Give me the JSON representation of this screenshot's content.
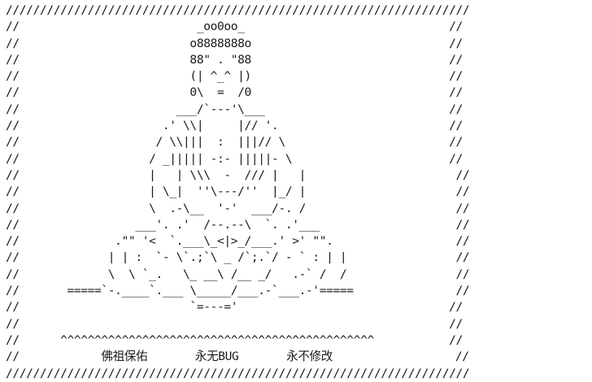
{
  "art": {
    "lines": [
      "////////////////////////////////////////////////////////////////////",
      "//                          _oo0oo_                              //",
      "//                         o8888888o                             //",
      "//                         88\" . \"88                             //",
      "//                         (| ^_^ |)                             //",
      "//                         0\\  =  /0                             //",
      "//                       ___/`---'\\___                           //",
      "//                     .' \\\\|     |// '.                         //",
      "//                    / \\\\|||  :  |||// \\                        //",
      "//                   / _||||| -:- |||||- \\                       //",
      "//                   |   | \\\\\\  -  /// |   |                      //",
      "//                   | \\_|  ''\\---/''  |_/ |                      //",
      "//                   \\  .-\\__  '-'  ___/-. /                      //",
      "//                 ___'. .'  /--.--\\  `. .'___                    //",
      "//              .\"\" '<  `.___\\_<|>_/___.' >' \"\".                  //",
      "//             | | :  `- \\`.;`\\ _ /`;.`/ - ` : | |                //",
      "//             \\  \\ `_.   \\_ __\\ /__ _/   .-` /  /                //",
      "//       =====`-.____`.___ \\_____/___.-`___.-'=====               //",
      "//                         `=---='                               //",
      "//                                                               //",
      "//      ^^^^^^^^^^^^^^^^^^^^^^^^^^^^^^^^^^^^^^^^^^^^^^           //",
      "//            佛祖保佑       永无BUG       永不修改                  //",
      "////////////////////////////////////////////////////////////////////"
    ]
  }
}
